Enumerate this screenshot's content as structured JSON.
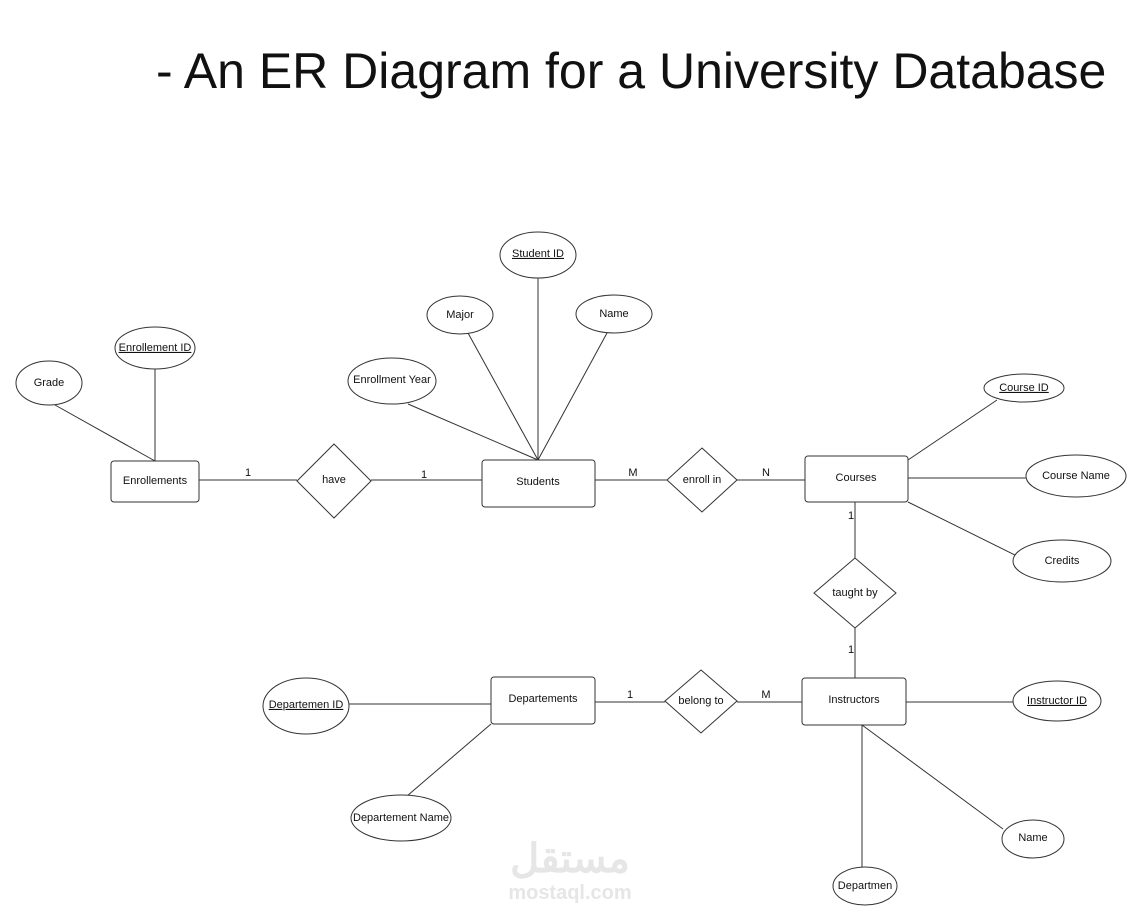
{
  "title": "- An ER Diagram for a University Database",
  "entities": {
    "enrollements": "Enrollements",
    "students": "Students",
    "courses": "Courses",
    "instructors": "Instructors",
    "departements": "Departements"
  },
  "relationships": {
    "have": "have",
    "enroll_in": "enroll in",
    "taught_by": "taught by",
    "belong_to": "belong to"
  },
  "attributes": {
    "student_id": "Student ID",
    "major": "Major",
    "student_name": "Name",
    "enrollment_year": "Enrollment Year",
    "enrollement_id": "Enrollement ID",
    "grade": "Grade",
    "course_id": "Course ID",
    "course_name": "Course Name",
    "credits": "Credits",
    "instructor_id": "Instructor ID",
    "instructor_name": "Name",
    "instructor_department": "Departmen",
    "departement_id": "Departemen ID",
    "departement_name": "Departement Name"
  },
  "cardinalities": {
    "enrollements_have": "1",
    "have_students": "1",
    "students_enroll": "M",
    "enroll_courses": "N",
    "courses_taught": "1",
    "taught_instructors": "1",
    "departements_belong": "1",
    "belong_instructors": "M"
  },
  "watermark": {
    "arabic": "مستقل",
    "latin": "mostaql.com"
  }
}
